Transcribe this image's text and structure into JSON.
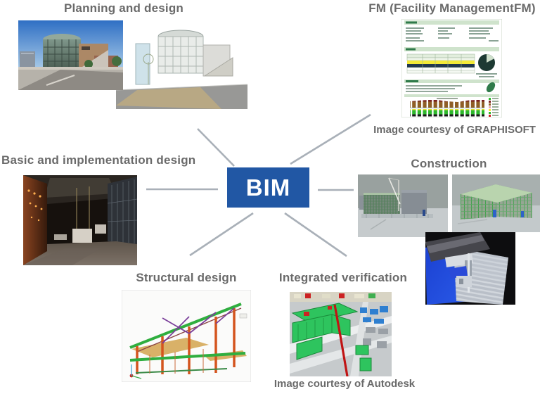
{
  "colors": {
    "bim-bg": "#2157a4",
    "line": "#a9b0b8",
    "title": "#6a6a6a",
    "caption": "#6a6a6a"
  },
  "center": {
    "label": "BIM"
  },
  "nodes": {
    "planning": {
      "title": "Planning and design"
    },
    "fm": {
      "title": "FM (Facility ManagementFM)",
      "caption": "Image courtesy of GRAPHISOFT"
    },
    "basic": {
      "title": "Basic and implementation design"
    },
    "construction": {
      "title": "Construction"
    },
    "structural": {
      "title": "Structural design"
    },
    "verification": {
      "title": "Integrated verification",
      "caption": "Image courtesy of Autodesk"
    }
  }
}
